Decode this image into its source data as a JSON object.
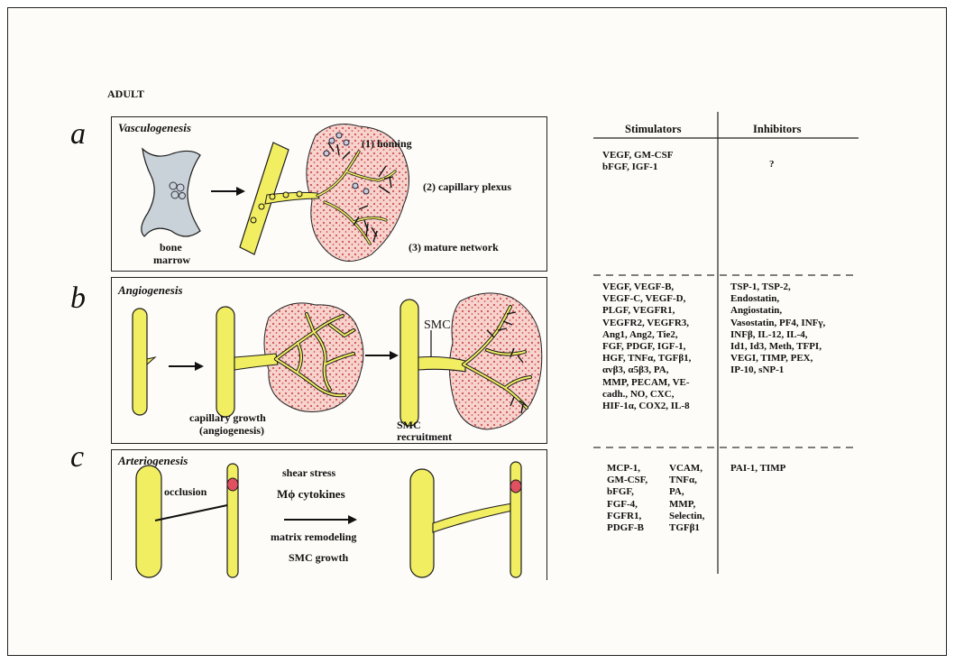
{
  "header": {
    "label": "ADULT"
  },
  "table": {
    "stimulators_header": "Stimulators",
    "inhibitors_header": "Inhibitors"
  },
  "panels": [
    {
      "letter": "a",
      "title": "Vasculogenesis",
      "labels": {
        "bone": "bone",
        "marrow": "marrow",
        "homing": "(1) homing",
        "plexus": "(2) capillary plexus",
        "mature": "(3) mature network"
      },
      "stimulators": "VEGF, GM-CSF\nbFGF, IGF-1",
      "inhibitors": "?"
    },
    {
      "letter": "b",
      "title": "Angiogenesis",
      "labels": {
        "capillary_growth": "capillary growth",
        "angiogenesis_paren": "(angiogenesis)",
        "smc": "SMC",
        "smc_recruit_1": "SMC",
        "smc_recruit_2": "recruitment"
      },
      "stimulators": "VEGF, VEGF-B,\nVEGF-C, VEGF-D,\nPLGF, VEGFR1,\nVEGFR2, VEGFR3,\nAng1, Ang2, Tie2,\nFGF, PDGF, IGF-1,\nHGF, TNFα, TGFβ1,\nαvβ3, α5β3, PA,\nMMP, PECAM, VE-\ncadh., NO, CXC,\nHIF-1α, COX2, IL-8",
      "inhibitors": "TSP-1, TSP-2,\nEndostatin,\nAngiostatin,\nVasostatin, PF4, INFγ,\nINFβ, IL-12, IL-4,\nId1, Id3, Meth, TFPI,\nVEGI, TIMP, PEX,\nIP-10, sNP-1"
    },
    {
      "letter": "c",
      "title": "Arteriogenesis",
      "labels": {
        "occlusion": "occlusion",
        "shear_stress": "shear stress",
        "mphi_cytokines": "Mϕ cytokines",
        "matrix_remodeling": "matrix remodeling",
        "smc_growth": "SMC growth"
      },
      "stimulators_col1": "MCP-1,\nGM-CSF,\nbFGF,\nFGF-4,\nFGFR1,\nPDGF-B",
      "stimulators_col2": "VCAM,\nTNFα,\nPA,\nMMP,\nSelectin,\nTGFβ1",
      "inhibitors": "PAI-1, TIMP"
    }
  ],
  "colors": {
    "vessel": "#f2ee62",
    "vessel_stroke": "#1b1b1b",
    "tissue": "#f4c9c4",
    "tissue_dots": "#d05050",
    "bone": "#c9d2d8",
    "occlusion": "#e05060"
  }
}
